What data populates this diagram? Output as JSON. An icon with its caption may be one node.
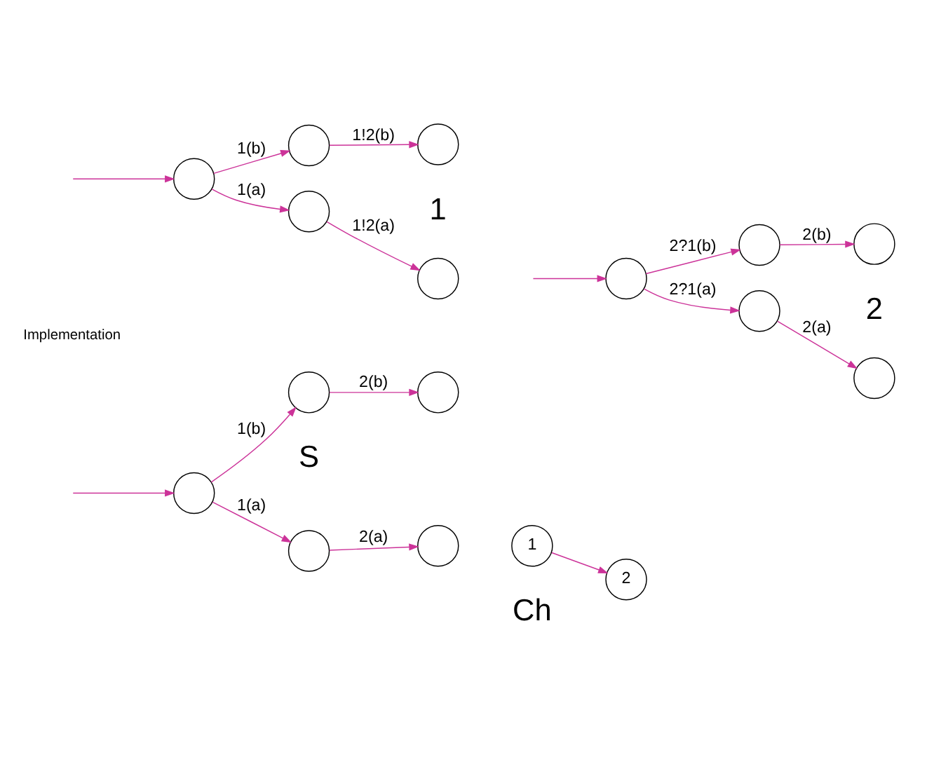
{
  "diagram": {
    "nodes": [
      {
        "text": [],
        "shape": "circle"
      },
      {
        "text": [],
        "shape": "circle"
      },
      {
        "text": [],
        "shape": "circle"
      },
      {
        "text": [],
        "shape": "circle"
      },
      {
        "text": [],
        "shape": "circle"
      },
      {
        "text": [
          "1"
        ]
      },
      {
        "text": [
          "2"
        ]
      },
      {
        "text": [],
        "shape": "circle"
      },
      {
        "text": [],
        "shape": "circle"
      },
      {
        "text": [],
        "shape": "circle"
      },
      {
        "text": [],
        "shape": "circle"
      },
      {
        "text": [],
        "shape": "circle"
      },
      {
        "text": [],
        "shape": "circle"
      },
      {
        "text": [],
        "shape": "circle"
      },
      {
        "text": [],
        "shape": "circle"
      },
      {
        "text": [],
        "shape": "circle"
      },
      {
        "text": [],
        "shape": "circle"
      }
    ],
    "edges": [
      {
        "from": null,
        "to": 0,
        "arrow": "to"
      },
      {
        "from": 0,
        "to": 1,
        "arrow": "to",
        "label": "1(a)"
      },
      {
        "from": 1,
        "to": 2,
        "arrow": "to",
        "label": "2(a)"
      },
      {
        "from": 0,
        "to": 3,
        "arrow": "to",
        "label": "1(b)"
      },
      {
        "from": 3,
        "to": 4,
        "arrow": "to",
        "label": "2(b)"
      },
      {
        "from": 5,
        "to": 6,
        "arrow": "to"
      },
      {
        "from": null,
        "to": 7,
        "arrow": "to"
      },
      {
        "from": 7,
        "to": 8,
        "arrow": "to",
        "label": "1(a)"
      },
      {
        "from": 8,
        "to": 9,
        "arrow": "to",
        "label": "1!2(a)"
      },
      {
        "from": 7,
        "to": 10,
        "arrow": "to",
        "label": "1(b)"
      },
      {
        "from": 10,
        "to": 11,
        "arrow": "to",
        "label": "1!2(b)"
      },
      {
        "from": null,
        "to": 12,
        "arrow": "to"
      },
      {
        "from": 12,
        "to": 13,
        "arrow": "to",
        "label": "2?1(a)"
      },
      {
        "from": 13,
        "to": 14,
        "arrow": "to",
        "label": "2(a)"
      },
      {
        "from": 12,
        "to": 15,
        "arrow": "to",
        "label": "2?1(b)"
      },
      {
        "from": 15,
        "to": 16,
        "arrow": "to",
        "label": "2(b)"
      }
    ],
    "labels": [
      "S",
      "Ch",
      "Implementation",
      "1",
      "2"
    ]
  }
}
